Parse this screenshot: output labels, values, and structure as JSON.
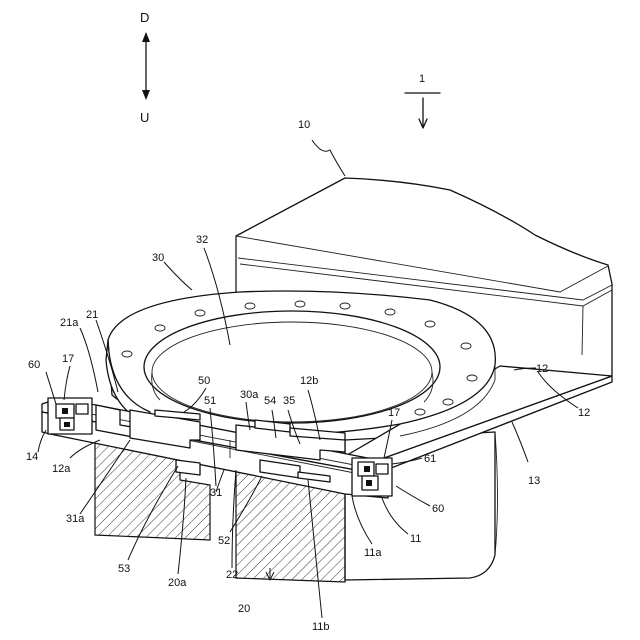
{
  "directions": {
    "up": "D",
    "down": "U"
  },
  "view_ref": "1",
  "labels": {
    "l10": "10",
    "l32": "32",
    "l30": "30",
    "l21": "21",
    "l21a": "21a",
    "l60a": "60",
    "l17a": "17",
    "l50": "50",
    "l30a": "30a",
    "l12b": "12b",
    "l54": "54",
    "l35": "35",
    "l51": "51",
    "l12": "12",
    "l13": "13",
    "l14": "14",
    "l12a": "12a",
    "l31a": "31a",
    "l31": "31",
    "l17b": "17",
    "l61": "61",
    "l60b": "60",
    "l52": "52",
    "l53": "53",
    "l20a": "20a",
    "l22": "22",
    "l11a": "11a",
    "l11": "11",
    "l20": "20",
    "l11b": "11b"
  }
}
